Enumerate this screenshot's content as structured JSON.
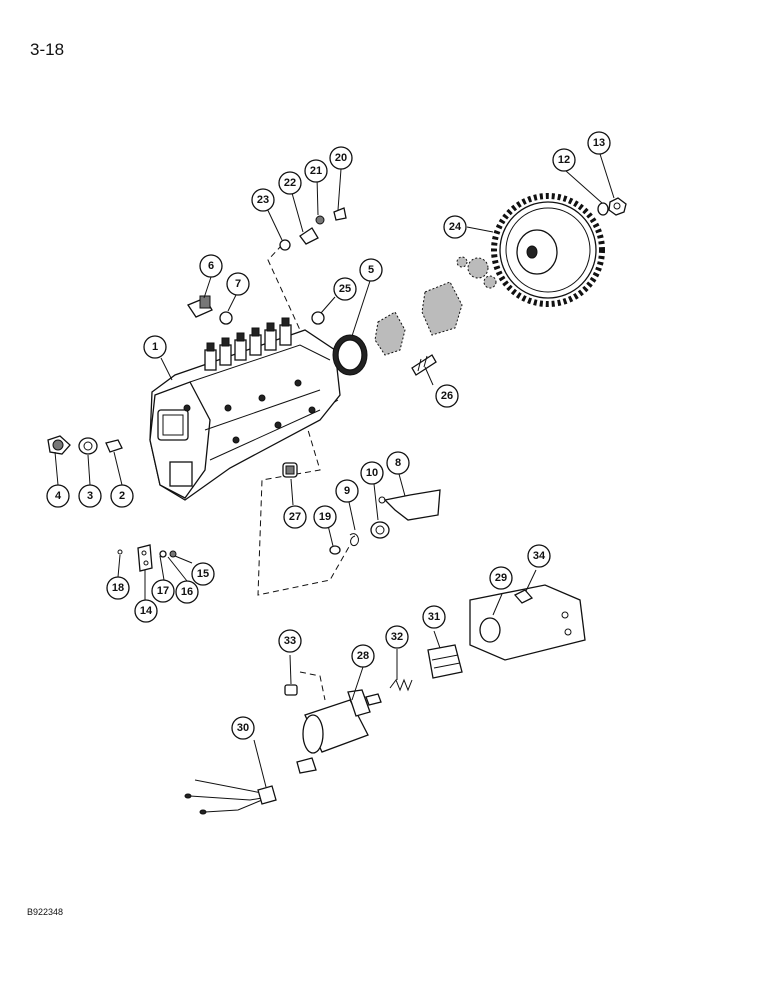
{
  "page": {
    "page_number": "3-18",
    "figure_code": "B922348"
  },
  "callouts": [
    {
      "id": "c1",
      "label": "1"
    },
    {
      "id": "c2",
      "label": "2"
    },
    {
      "id": "c3",
      "label": "3"
    },
    {
      "id": "c4",
      "label": "4"
    },
    {
      "id": "c5",
      "label": "5"
    },
    {
      "id": "c6",
      "label": "6"
    },
    {
      "id": "c7",
      "label": "7"
    },
    {
      "id": "c8",
      "label": "8"
    },
    {
      "id": "c9",
      "label": "9"
    },
    {
      "id": "c10",
      "label": "10"
    },
    {
      "id": "c12",
      "label": "12"
    },
    {
      "id": "c13",
      "label": "13"
    },
    {
      "id": "c14",
      "label": "14"
    },
    {
      "id": "c15",
      "label": "15"
    },
    {
      "id": "c16",
      "label": "16"
    },
    {
      "id": "c17",
      "label": "17"
    },
    {
      "id": "c18",
      "label": "18"
    },
    {
      "id": "c19",
      "label": "19"
    },
    {
      "id": "c20",
      "label": "20"
    },
    {
      "id": "c21",
      "label": "21"
    },
    {
      "id": "c22",
      "label": "22"
    },
    {
      "id": "c23",
      "label": "23"
    },
    {
      "id": "c24",
      "label": "24"
    },
    {
      "id": "c25",
      "label": "25"
    },
    {
      "id": "c26",
      "label": "26"
    },
    {
      "id": "c27",
      "label": "27"
    },
    {
      "id": "c28",
      "label": "28"
    },
    {
      "id": "c29",
      "label": "29"
    },
    {
      "id": "c30",
      "label": "30"
    },
    {
      "id": "c31",
      "label": "31"
    },
    {
      "id": "c32",
      "label": "32"
    },
    {
      "id": "c33",
      "label": "33"
    },
    {
      "id": "c34",
      "label": "34"
    }
  ]
}
